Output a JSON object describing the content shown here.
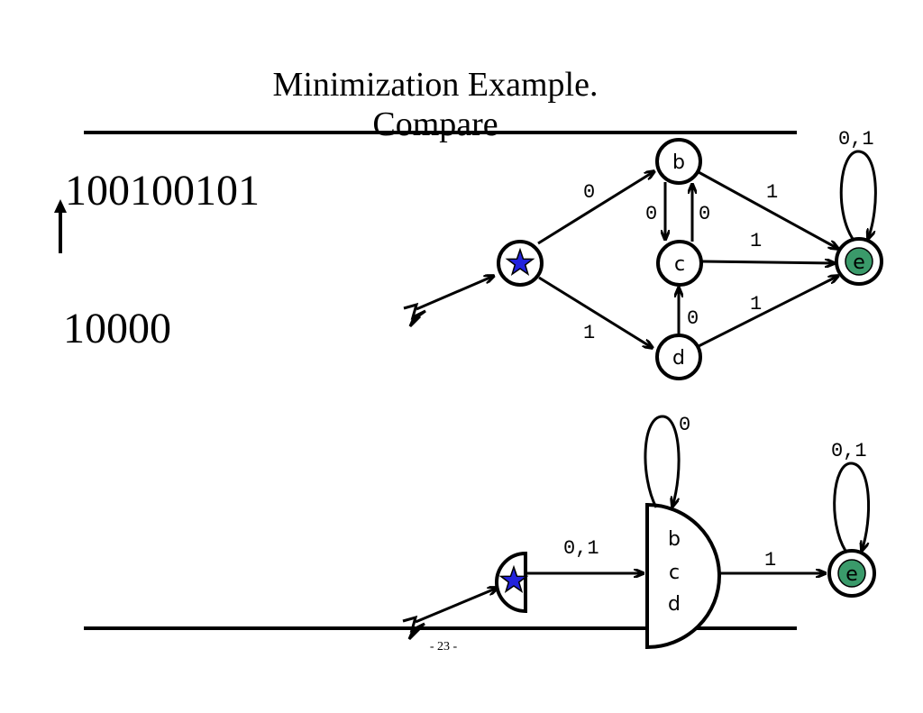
{
  "title": {
    "line1": "Minimization Example.",
    "line2": "Compare"
  },
  "strings": {
    "first": "100100101",
    "second": "10000"
  },
  "page_number": "- 23 -",
  "colors": {
    "start_star": "#2222dd",
    "accept_fill": "#3a9a6a"
  },
  "dfa_original": {
    "states": {
      "b": "b",
      "c": "c",
      "d": "d",
      "e": "e"
    },
    "edges": {
      "start_b": "0",
      "start_d": "1",
      "b_c": "0",
      "c_b": "0",
      "d_c": "0",
      "b_e": "1",
      "c_e": "1",
      "d_e": "1",
      "e_self": "0,1"
    }
  },
  "dfa_minimized": {
    "merged_state": [
      "b",
      "c",
      "d"
    ],
    "accept_state": "e",
    "edges": {
      "start_bcd": "0,1",
      "bcd_self": "0",
      "bcd_e": "1",
      "e_self": "0,1"
    }
  }
}
